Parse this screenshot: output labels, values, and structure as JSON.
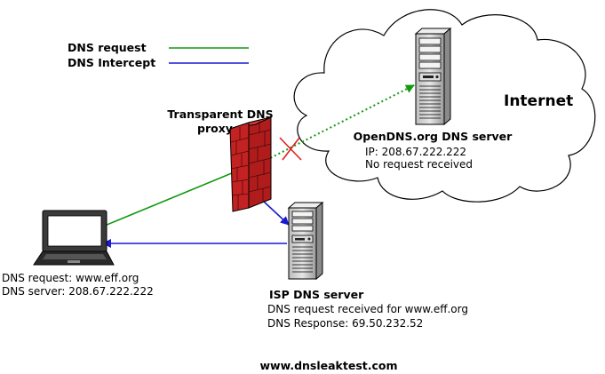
{
  "legend": {
    "request_label": "DNS request",
    "intercept_label": "DNS Intercept",
    "request_color": "#119911",
    "intercept_color": "#1a1ad0"
  },
  "cloud_label": "Internet",
  "proxy": {
    "line1": "Transparent DNS",
    "line2": "proxy"
  },
  "opendns": {
    "title": "OpenDNS.org DNS server",
    "ip": "IP: 208.67.222.222",
    "status": "No request received"
  },
  "laptop": {
    "request": "DNS request: www.eff.org",
    "server": "DNS server: 208.67.222.222"
  },
  "isp": {
    "title": "ISP DNS server",
    "received": "DNS request received for www.eff.org",
    "response": "DNS Response: 69.50.232.52"
  },
  "footer": "www.dnsleaktest.com",
  "icons": [
    "laptop-icon",
    "firewall-icon",
    "server-icon",
    "cloud-icon",
    "blocked-x-icon"
  ],
  "colors": {
    "firewall": "#b01c1c",
    "blocked": "#e02020"
  }
}
